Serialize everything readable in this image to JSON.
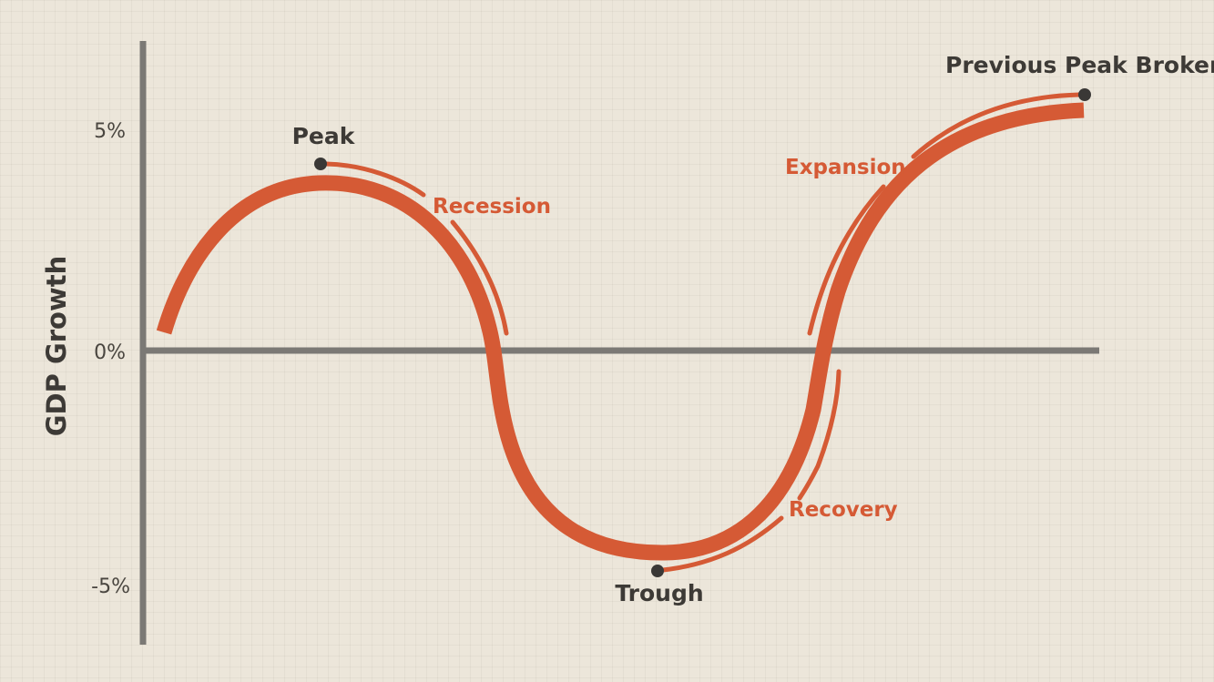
{
  "y_axis": {
    "title": "GDP Growth",
    "ticks": [
      "5%",
      "0%",
      "-5%"
    ]
  },
  "points": {
    "peak": "Peak",
    "trough": "Trough",
    "previous_peak": "Previous Peak Broken"
  },
  "phases": {
    "recession": "Recession",
    "recovery": "Recovery",
    "expansion": "Expansion"
  },
  "colors": {
    "curve": "#d55a35",
    "axis": "#7b7975",
    "marker": "#3a3836",
    "text": "#3d3a36"
  }
}
